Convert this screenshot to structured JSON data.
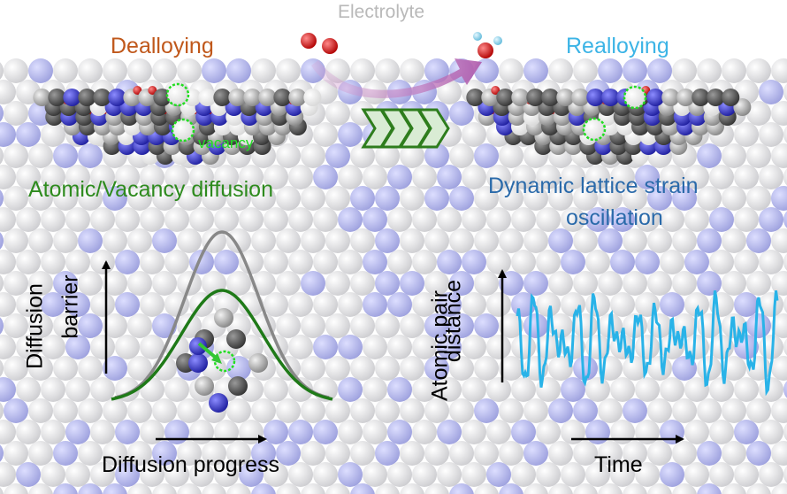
{
  "labels": {
    "electrolyte": "Electrolyte",
    "dealloying": "Dealloying",
    "realloying": "Realloying",
    "vacancy": "vacancy",
    "atomic_vacancy_diffusion": "Atomic/Vacancy diffusion",
    "strain_line1": "Dynamic lattice strain",
    "strain_line2": "oscillation",
    "diffusion_axis_line1": "Diffusion",
    "diffusion_axis_line2": "barrier",
    "diffusion_progress": "Diffusion progress",
    "atomic_pair_line1": "Atomic pair",
    "atomic_pair_line2": "distance",
    "time": "Time"
  },
  "colors": {
    "electrolyte": "#b9b9b9",
    "dealloying": "#c0581b",
    "realloying": "#3cb4e6",
    "vacancy": "#22dd22",
    "diffusion_title": "#2e8b1e",
    "strain_title": "#2a6aaa",
    "gray_curve": "#888888",
    "green_curve": "#1f7a18",
    "oscillation": "#29b3e8",
    "surface_arrow": "#c98ac6",
    "chevron": "#2e7d1d",
    "lattice_light": "#e4e4e8",
    "lattice_blue": "#9fa3e4",
    "atom_blue": "#3a3acc",
    "atom_dark": "#555555",
    "atom_gray": "#a0a0a0",
    "atom_red": "#e01010"
  },
  "icons": {
    "o2_molecule": "oxygen-molecule-icon",
    "h2o_molecule": "water-molecule-icon",
    "chevrons": "triple-chevron-icon"
  }
}
